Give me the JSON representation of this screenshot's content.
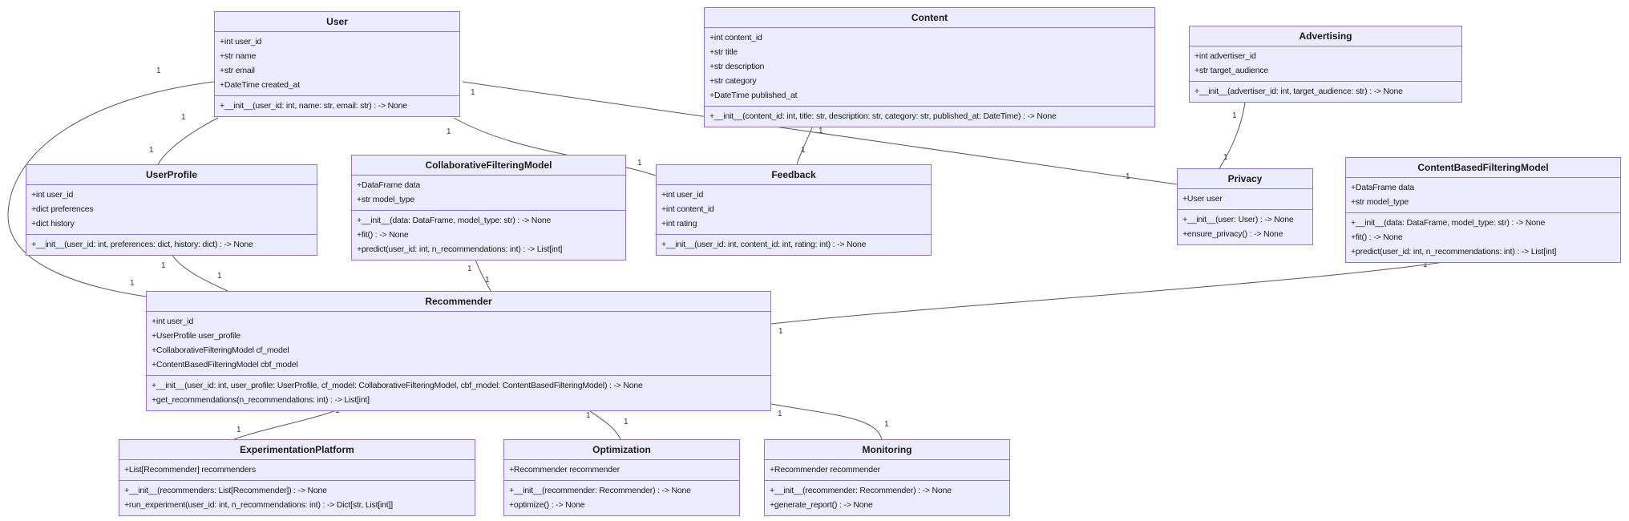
{
  "diagram_type": "uml-class-diagram",
  "colors": {
    "class_fill": "#ECECFF",
    "class_border": "#9370DB",
    "edge_stroke": "#555555",
    "text": "#1a1a1a"
  },
  "classes": [
    {
      "name": "User",
      "attributes": [
        "+int user_id",
        "+str name",
        "+str email",
        "+DateTime created_at"
      ],
      "methods": [
        "+__init__(user_id: int, name: str, email: str) : -> None"
      ]
    },
    {
      "name": "Content",
      "attributes": [
        "+int content_id",
        "+str title",
        "+str description",
        "+str category",
        "+DateTime published_at"
      ],
      "methods": [
        "+__init__(content_id: int, title: str, description: str, category: str, published_at: DateTime) : -> None"
      ]
    },
    {
      "name": "Advertising",
      "attributes": [
        "+int advertiser_id",
        "+str target_audience"
      ],
      "methods": [
        "+__init__(advertiser_id: int, target_audience: str) : -> None"
      ]
    },
    {
      "name": "UserProfile",
      "attributes": [
        "+int user_id",
        "+dict preferences",
        "+dict history"
      ],
      "methods": [
        "+__init__(user_id: int, preferences: dict, history: dict) : -> None"
      ]
    },
    {
      "name": "CollaborativeFilteringModel",
      "attributes": [
        "+DataFrame data",
        "+str model_type"
      ],
      "methods": [
        "+__init__(data: DataFrame, model_type: str) : -> None",
        "+fit() : -> None",
        "+predict(user_id: int, n_recommendations: int) : -> List[int]"
      ]
    },
    {
      "name": "Feedback",
      "attributes": [
        "+int user_id",
        "+int content_id",
        "+int rating"
      ],
      "methods": [
        "+__init__(user_id: int, content_id: int, rating: int) : -> None"
      ]
    },
    {
      "name": "Privacy",
      "attributes": [
        "+User user"
      ],
      "methods": [
        "+__init__(user: User) : -> None",
        "+ensure_privacy() : -> None"
      ]
    },
    {
      "name": "ContentBasedFilteringModel",
      "attributes": [
        "+DataFrame data",
        "+str model_type"
      ],
      "methods": [
        "+__init__(data: DataFrame, model_type: str) : -> None",
        "+fit() : -> None",
        "+predict(user_id: int, n_recommendations: int) : -> List[int]"
      ]
    },
    {
      "name": "Recommender",
      "attributes": [
        "+int user_id",
        "+UserProfile user_profile",
        "+CollaborativeFilteringModel cf_model",
        "+ContentBasedFilteringModel cbf_model"
      ],
      "methods": [
        "+__init__(user_id: int, user_profile: UserProfile, cf_model: CollaborativeFilteringModel, cbf_model: ContentBasedFilteringModel) : -> None",
        "+get_recommendations(n_recommendations: int) : -> List[int]"
      ]
    },
    {
      "name": "ExperimentationPlatform",
      "attributes": [
        "+List[Recommender] recommenders"
      ],
      "methods": [
        "+__init__(recommenders: List[Recommender]) : -> None",
        "+run_experiment(user_id: int, n_recommendations: int) : -> Dict[str, List[int]]"
      ]
    },
    {
      "name": "Optimization",
      "attributes": [
        "+Recommender recommender"
      ],
      "methods": [
        "+__init__(recommender: Recommender) : -> None",
        "+optimize() : -> None"
      ]
    },
    {
      "name": "Monitoring",
      "attributes": [
        "+Recommender recommender"
      ],
      "methods": [
        "+__init__(recommender: Recommender) : -> None",
        "+generate_report() : -> None"
      ]
    }
  ],
  "edges": [
    {
      "from": "User",
      "to": "UserProfile",
      "from_card": "1",
      "to_card": "1"
    },
    {
      "from": "User",
      "to": "Recommender",
      "from_card": "1",
      "to_card": "1"
    },
    {
      "from": "User",
      "to": "Feedback",
      "from_card": "1",
      "to_card": "1"
    },
    {
      "from": "User",
      "to": "Privacy",
      "from_card": "1",
      "to_card": "1"
    },
    {
      "from": "Content",
      "to": "Feedback",
      "from_card": "1",
      "to_card": "1"
    },
    {
      "from": "Advertising",
      "to": "Privacy",
      "from_card": "1",
      "to_card": "1"
    },
    {
      "from": "UserProfile",
      "to": "Recommender",
      "from_card": "1",
      "to_card": "1"
    },
    {
      "from": "CollaborativeFilteringModel",
      "to": "Recommender",
      "from_card": "1",
      "to_card": "1"
    },
    {
      "from": "ContentBasedFilteringModel",
      "to": "Recommender",
      "from_card": "1",
      "to_card": "1"
    },
    {
      "from": "Recommender",
      "to": "ExperimentationPlatform",
      "from_card": "1",
      "to_card": "1"
    },
    {
      "from": "Recommender",
      "to": "Optimization",
      "from_card": "1",
      "to_card": "1"
    },
    {
      "from": "Recommender",
      "to": "Monitoring",
      "from_card": "1",
      "to_card": "1"
    }
  ]
}
